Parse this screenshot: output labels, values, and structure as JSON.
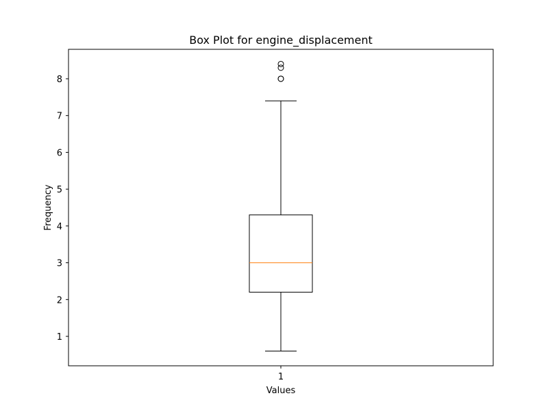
{
  "chart_data": {
    "type": "box",
    "title": "Box Plot for engine_displacement",
    "xlabel": "Values",
    "ylabel": "Frequency",
    "categories": [
      "1"
    ],
    "ylim": [
      0.2,
      8.8
    ],
    "yticks": [
      1,
      2,
      3,
      4,
      5,
      6,
      7,
      8
    ],
    "grid": false,
    "boxes": [
      {
        "label": "1",
        "whisker_low": 0.6,
        "q1": 2.2,
        "median": 3.0,
        "q3": 4.3,
        "whisker_high": 7.4,
        "outliers": [
          8.0,
          8.0,
          8.3,
          8.4
        ]
      }
    ],
    "colors": {
      "box": "#000000",
      "median": "#ff7f0e",
      "outlier": "#000000"
    }
  }
}
